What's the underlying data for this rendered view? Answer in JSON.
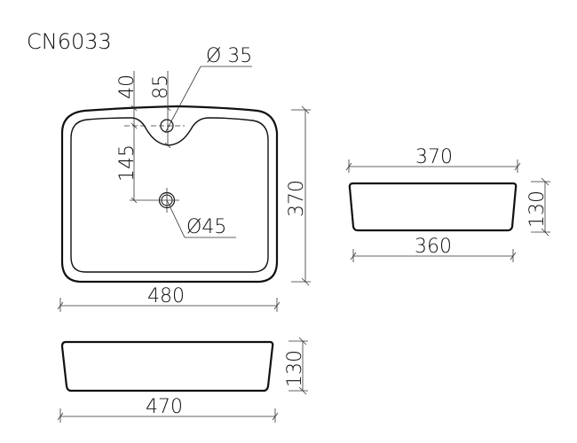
{
  "title": "CN6033",
  "top_view": {
    "width_label": "480",
    "depth_label": "370",
    "tap_hole_diameter_label": "Ø 35",
    "drain_diameter_label": "Ø45",
    "tap_offset_label": "40",
    "tap_center_label": "85",
    "drain_offset_label": "145"
  },
  "side_view": {
    "top_width_label": "370",
    "bottom_width_label": "360",
    "height_label": "130"
  },
  "front_view": {
    "width_label": "470",
    "height_label": "130"
  },
  "colors": {
    "line": "#111111",
    "dimension_line": "#333333",
    "background": "#ffffff"
  }
}
